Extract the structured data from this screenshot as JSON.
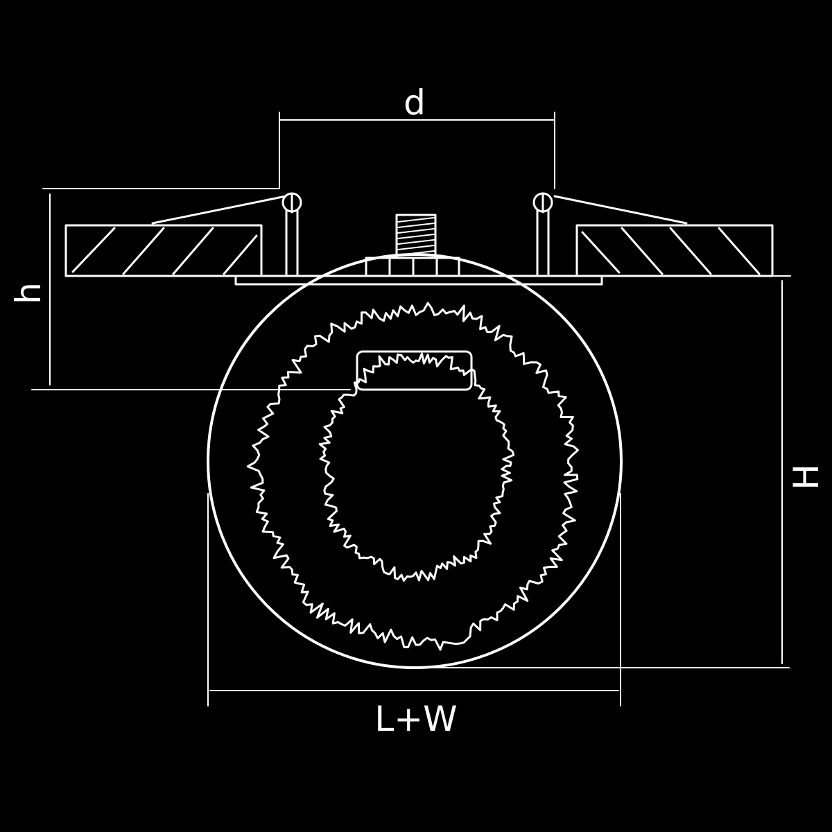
{
  "diagram": {
    "labels": {
      "d": "d",
      "h": "h",
      "H": "H",
      "lw": "L+W"
    },
    "colors": {
      "background": "#000000",
      "stroke": "#ffffff"
    }
  }
}
